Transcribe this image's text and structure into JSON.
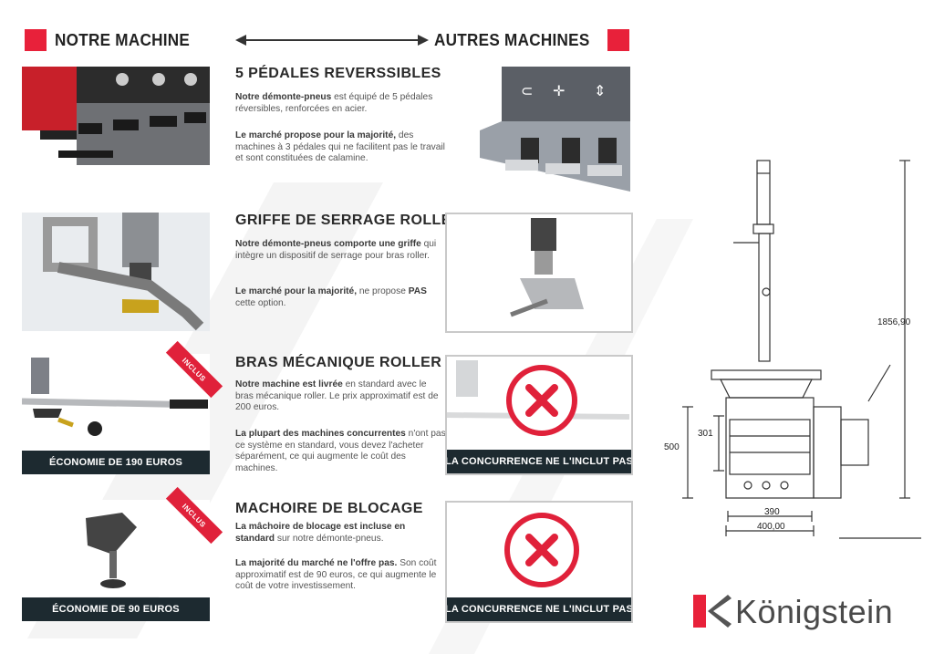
{
  "header": {
    "left_title": "NOTRE MACHINE",
    "right_title": "AUTRES MACHINES",
    "accent_color": "#e8213a"
  },
  "sections": [
    {
      "title": "5 PÉDALES REVERSSIBLES",
      "p1_bold": "Notre démonte-pneus",
      "p1_rest": " est équipé de 5 pédales réversibles, renforcées en acier.",
      "p2_bold": "Le marché propose pour la majorité,",
      "p2_rest": " des machines à 3 pédales qui ne facilitent pas le travail et sont constituées de calamine."
    },
    {
      "title": "GRIFFE DE SERRAGE ROLLER",
      "p1_bold": "Notre démonte-pneus comporte une griffe",
      "p1_rest": " qui intègre un dispositif de serrage pour bras roller.",
      "p2_bold": "Le marché pour la majorité,",
      "p2_rest": " ne propose ",
      "p2_bold2": "PAS",
      "p2_rest2": " cette option."
    },
    {
      "title": "BRAS MÉCANIQUE ROLLER",
      "p1_bold": "Notre machine est livrée",
      "p1_rest": " en standard avec le bras mécanique roller. Le prix approximatif est de 200 euros.",
      "p2_bold": "La plupart des machines concurrentes",
      "p2_rest": " n'ont pas ce système en standard, vous devez l'acheter séparément, ce qui augmente le coût des machines.",
      "ribbon": "INCLUS",
      "banner_left": "ÉCONOMIE DE 190 EUROS",
      "banner_right": "LA CONCURRENCE NE L'INCLUT PAS"
    },
    {
      "title": "MACHOIRE DE BLOCAGE",
      "p1_bold": "La mâchoire de blocage est incluse en standard",
      "p1_rest": " sur notre démonte-pneus.",
      "p2_bold": "La majorité du marché ne l'offre pas.",
      "p2_rest": " Son coût approximatif est de 90 euros, ce qui augmente le coût de votre investissement.",
      "ribbon": "INCLUS",
      "banner_left": "ÉCONOMIE  DE 90 EUROS",
      "banner_right": "LA CONCURRENCE NE L'INCLUT PAS"
    }
  ],
  "dimensions": {
    "height_total": "1856,90",
    "height_500": "500",
    "height_301": "301",
    "width_390": "390",
    "width_400": "400,00"
  },
  "brand": {
    "name": "Königstein",
    "logo_color": "#e8213a"
  }
}
